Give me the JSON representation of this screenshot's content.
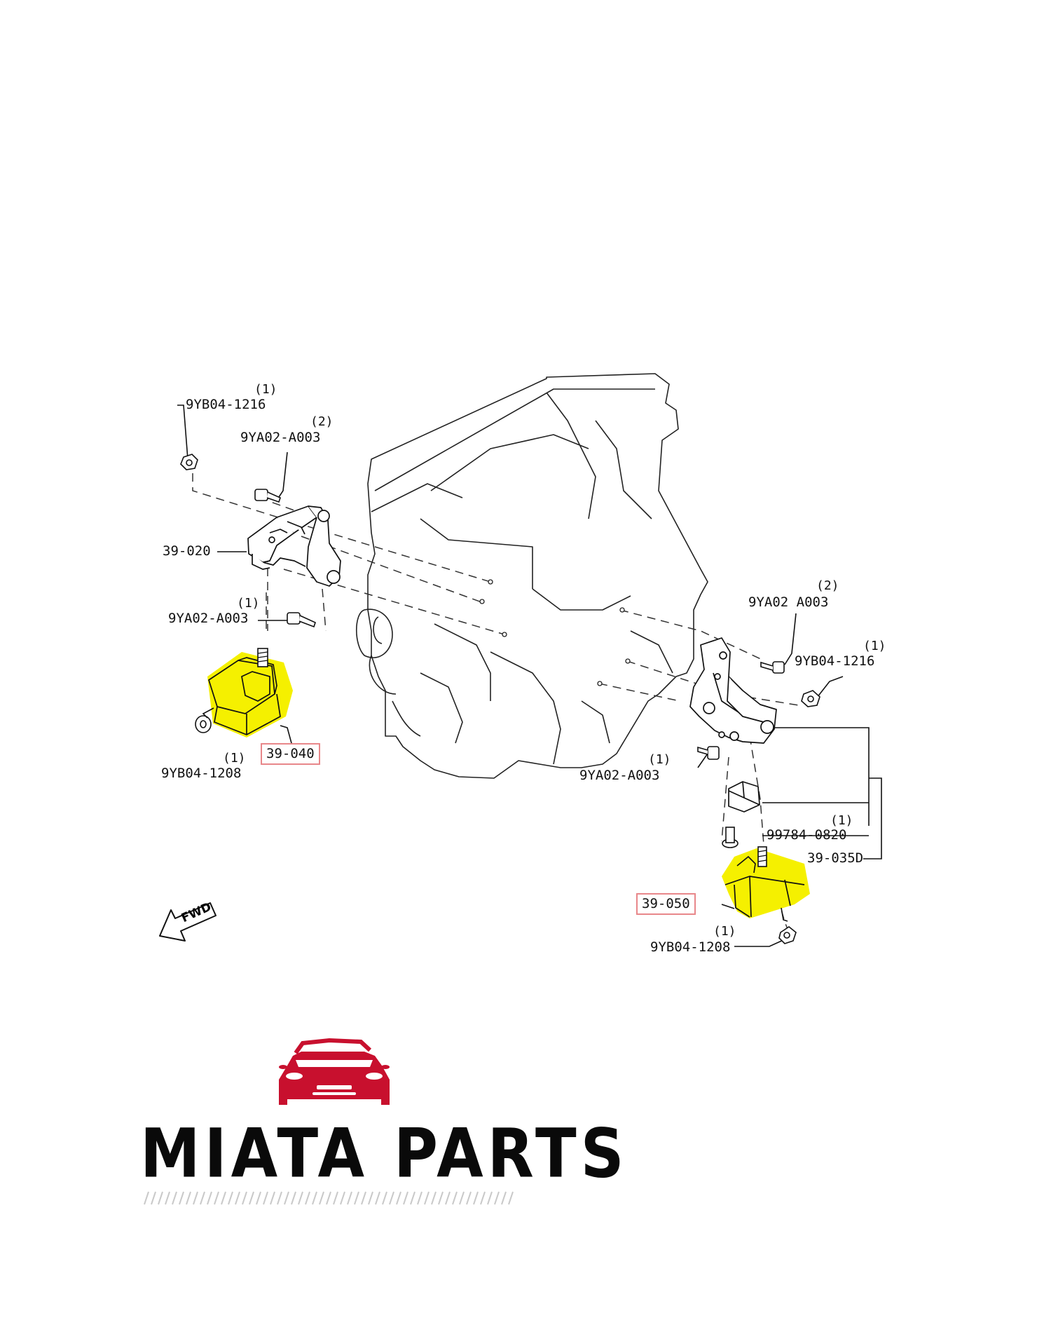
{
  "brand": {
    "name": "MIATA PARTS",
    "logo_icon": "red-car-front-icon",
    "accent": "#c8102e"
  },
  "highlight_color": "#f5f000",
  "callout_box_color": "#e8878a",
  "direction_marker": "FWD",
  "labels": {
    "nut_top_left": {
      "part": "9YB04-1216",
      "qty": "(1)"
    },
    "bolt_top_left": {
      "part": "9YA02-A003",
      "qty": "(2)"
    },
    "bracket_left": {
      "part": "39-020"
    },
    "bolt_mid_left": {
      "part": "9YA02-A003",
      "qty": "(1)"
    },
    "mount_left": {
      "part": "39-040"
    },
    "nut_bottom_left": {
      "part": "9YB04-1208",
      "qty": "(1)"
    },
    "bolt_top_right": {
      "part": "9YA02 A003",
      "qty": "(2)"
    },
    "nut_top_right": {
      "part": "9YB04-1216",
      "qty": "(1)"
    },
    "bolt_mid_right": {
      "part": "9YA02-A003",
      "qty": "(1)"
    },
    "bolt_lower_right": {
      "part": "99784-0820",
      "qty": "(1)"
    },
    "bracket_right": {
      "part": "39-035D"
    },
    "mount_right": {
      "part": "39-050"
    },
    "nut_bottom_right": {
      "part": "9YB04-1208",
      "qty": "(1)"
    }
  }
}
